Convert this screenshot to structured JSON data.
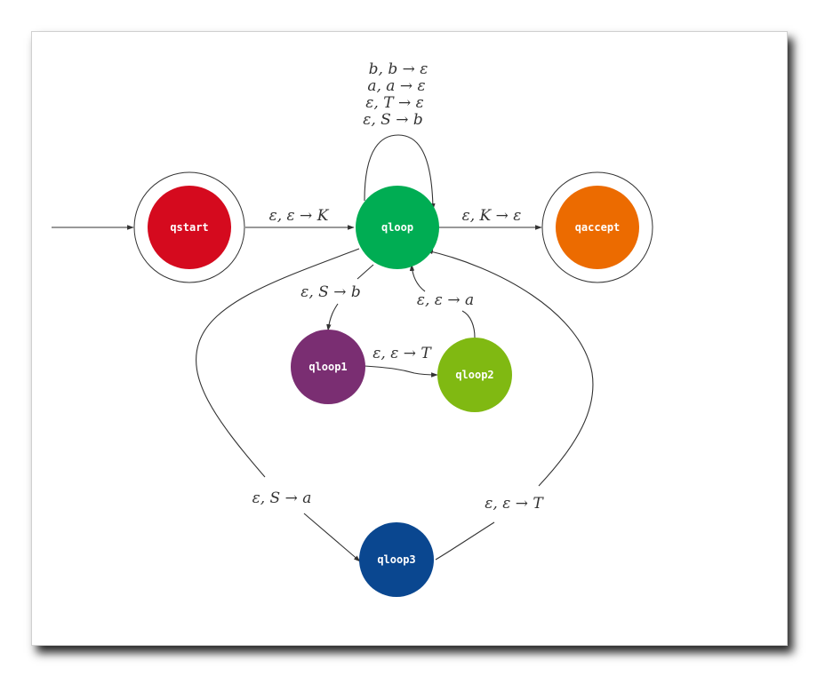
{
  "states": {
    "qstart": {
      "label": "qstart",
      "color": "#d50a1e",
      "accepting": true
    },
    "qloop": {
      "label": "qloop",
      "color": "#00ad53",
      "accepting": false
    },
    "qaccept": {
      "label": "qaccept",
      "color": "#ec6b00",
      "accepting": true
    },
    "qloop1": {
      "label": "qloop1",
      "color": "#7a2e72",
      "accepting": false
    },
    "qloop2": {
      "label": "qloop2",
      "color": "#80b912",
      "accepting": false
    },
    "qloop3": {
      "label": "qloop3",
      "color": "#0a4790",
      "accepting": false
    }
  },
  "transitions": {
    "start_to_loop": "ε, ε → K",
    "loop_self_1": "b, b → ε",
    "loop_self_2": "a, a → ε",
    "loop_self_3": "ε, T → ε",
    "loop_self_4": "ε, S → b",
    "loop_to_accept": "ε, K → ε",
    "loop_to_loop1": "ε, S → b",
    "loop1_to_loop2": "ε, ε → T",
    "loop2_to_loop": "ε, ε → a",
    "loop_to_loop3": "ε, S → a",
    "loop3_to_loop": "ε, ε → T"
  },
  "colors": {
    "edge": "#333333",
    "ring": "#333333"
  }
}
